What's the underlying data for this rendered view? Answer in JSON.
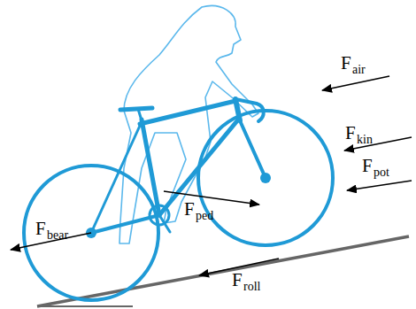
{
  "diagram": {
    "labels": [
      "F",
      "air",
      "F",
      "kin",
      "F",
      "pot",
      "F",
      "ped",
      "F",
      "bear",
      "F",
      "roll"
    ]
  }
}
